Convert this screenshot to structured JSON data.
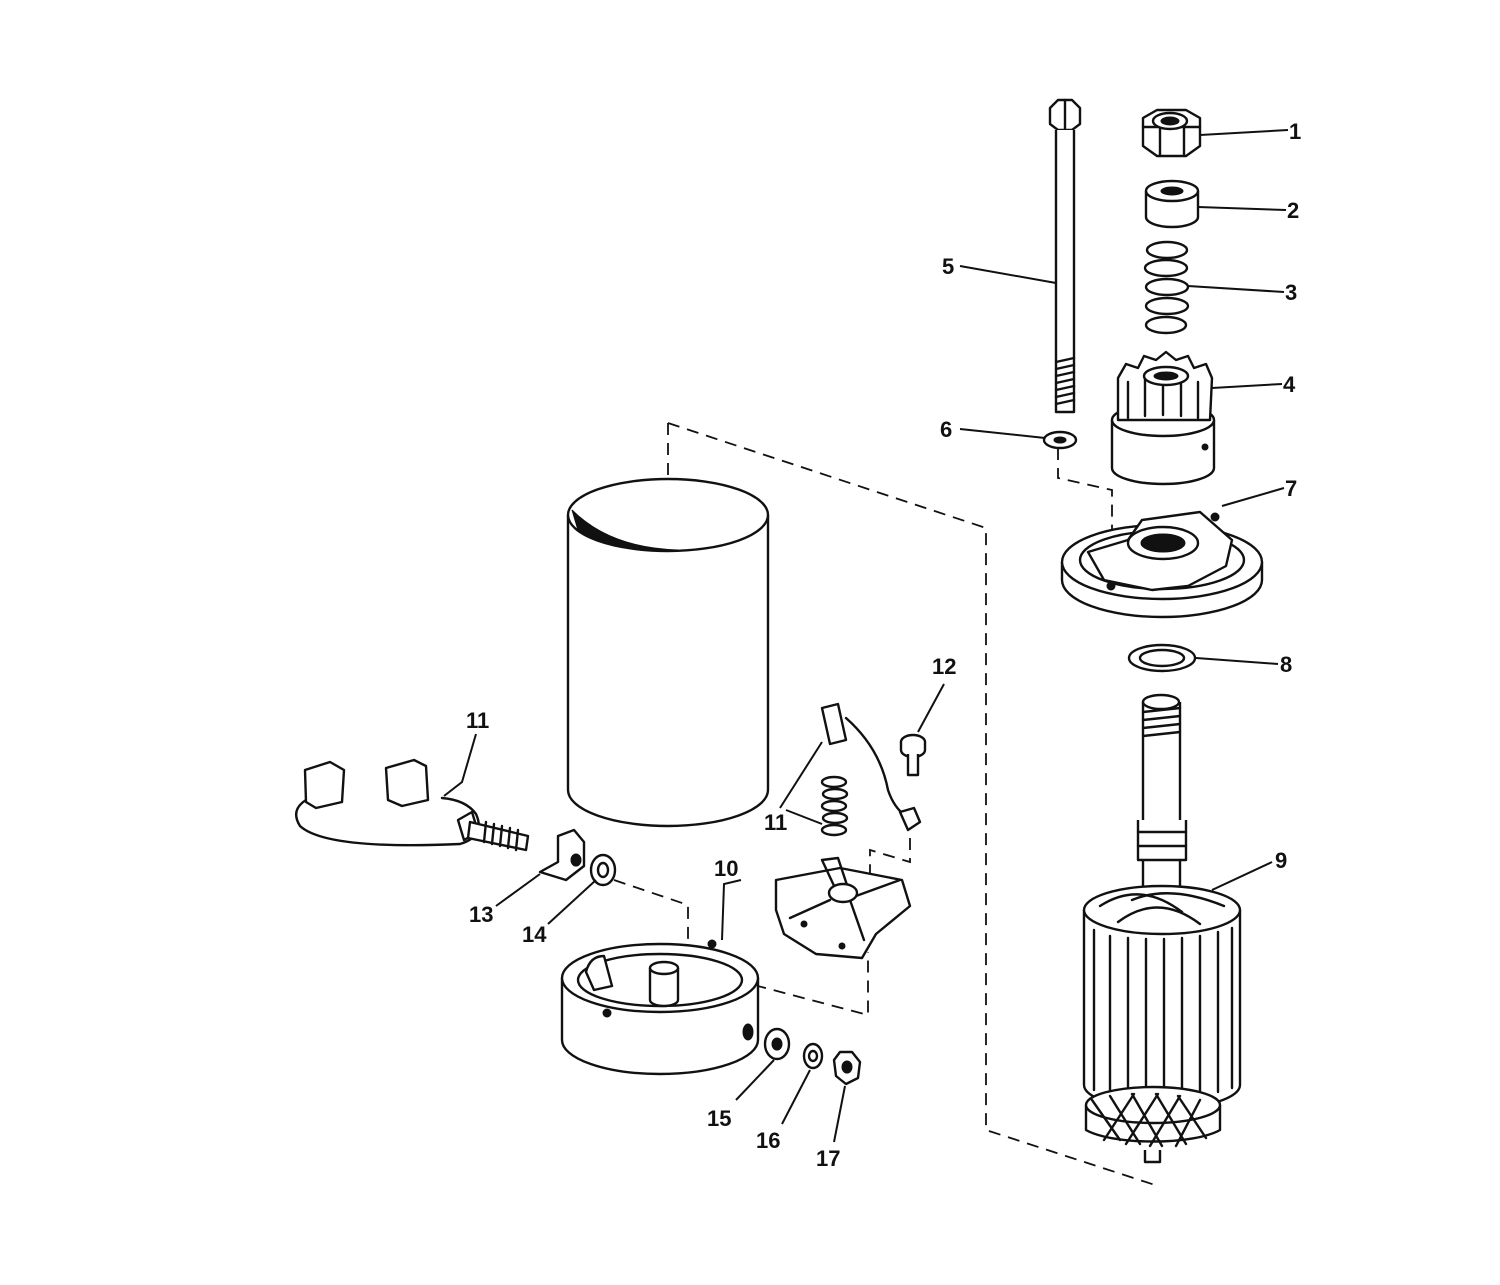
{
  "diagram": {
    "callouts": [
      {
        "key": "c1",
        "label": "1"
      },
      {
        "key": "c2",
        "label": "2"
      },
      {
        "key": "c3",
        "label": "3"
      },
      {
        "key": "c4",
        "label": "4"
      },
      {
        "key": "c5",
        "label": "5"
      },
      {
        "key": "c6",
        "label": "6"
      },
      {
        "key": "c7",
        "label": "7"
      },
      {
        "key": "c8",
        "label": "8"
      },
      {
        "key": "c9",
        "label": "9"
      },
      {
        "key": "c10",
        "label": "10"
      },
      {
        "key": "c11a",
        "label": "11"
      },
      {
        "key": "c11b",
        "label": "11"
      },
      {
        "key": "c12",
        "label": "12"
      },
      {
        "key": "c13",
        "label": "13"
      },
      {
        "key": "c14",
        "label": "14"
      },
      {
        "key": "c15",
        "label": "15"
      },
      {
        "key": "c16",
        "label": "16"
      },
      {
        "key": "c17",
        "label": "17"
      }
    ],
    "ink_color": "#111111",
    "background_color": "#ffffff"
  }
}
